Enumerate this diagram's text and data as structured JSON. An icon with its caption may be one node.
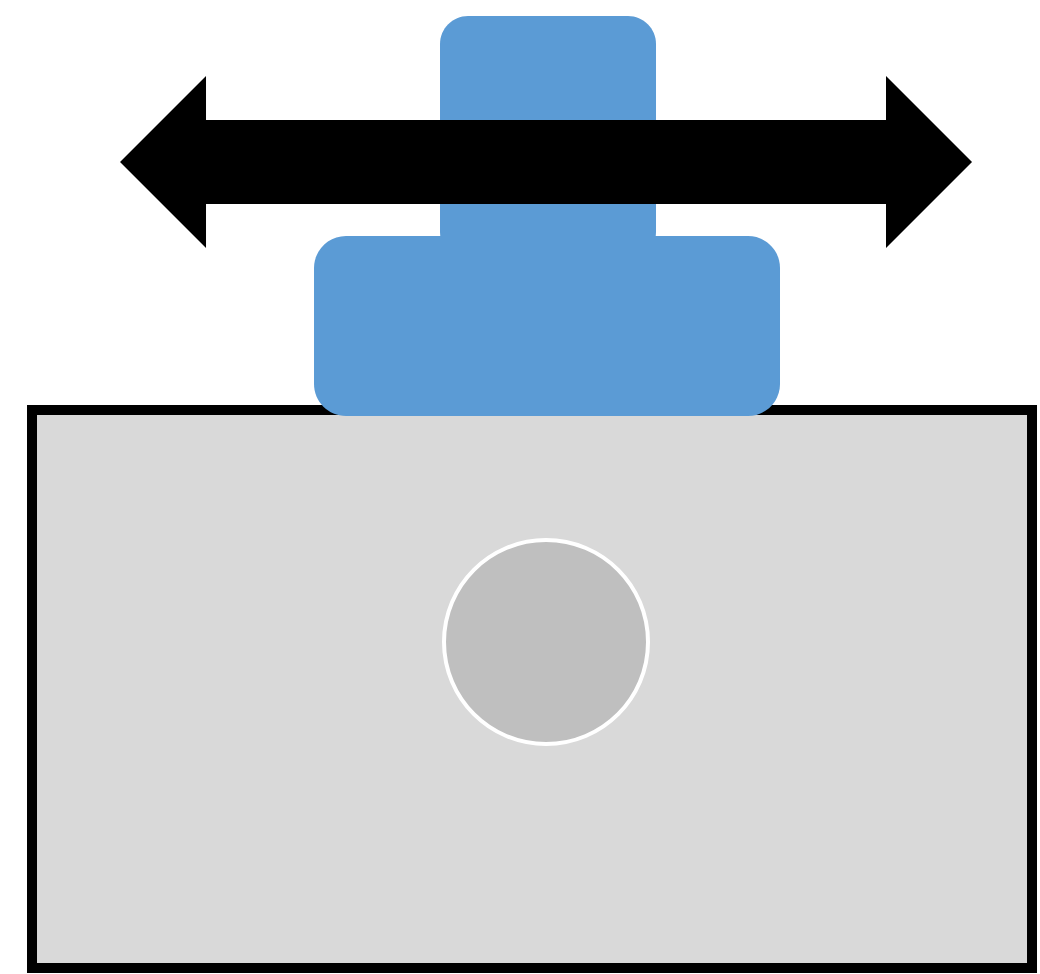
{
  "diagram": {
    "nodes": [
      {
        "text": [],
        "shape": "box"
      },
      {
        "text": [],
        "shape": "circle",
        "in": 0
      },
      {
        "text": [],
        "shape": "box"
      }
    ]
  }
}
